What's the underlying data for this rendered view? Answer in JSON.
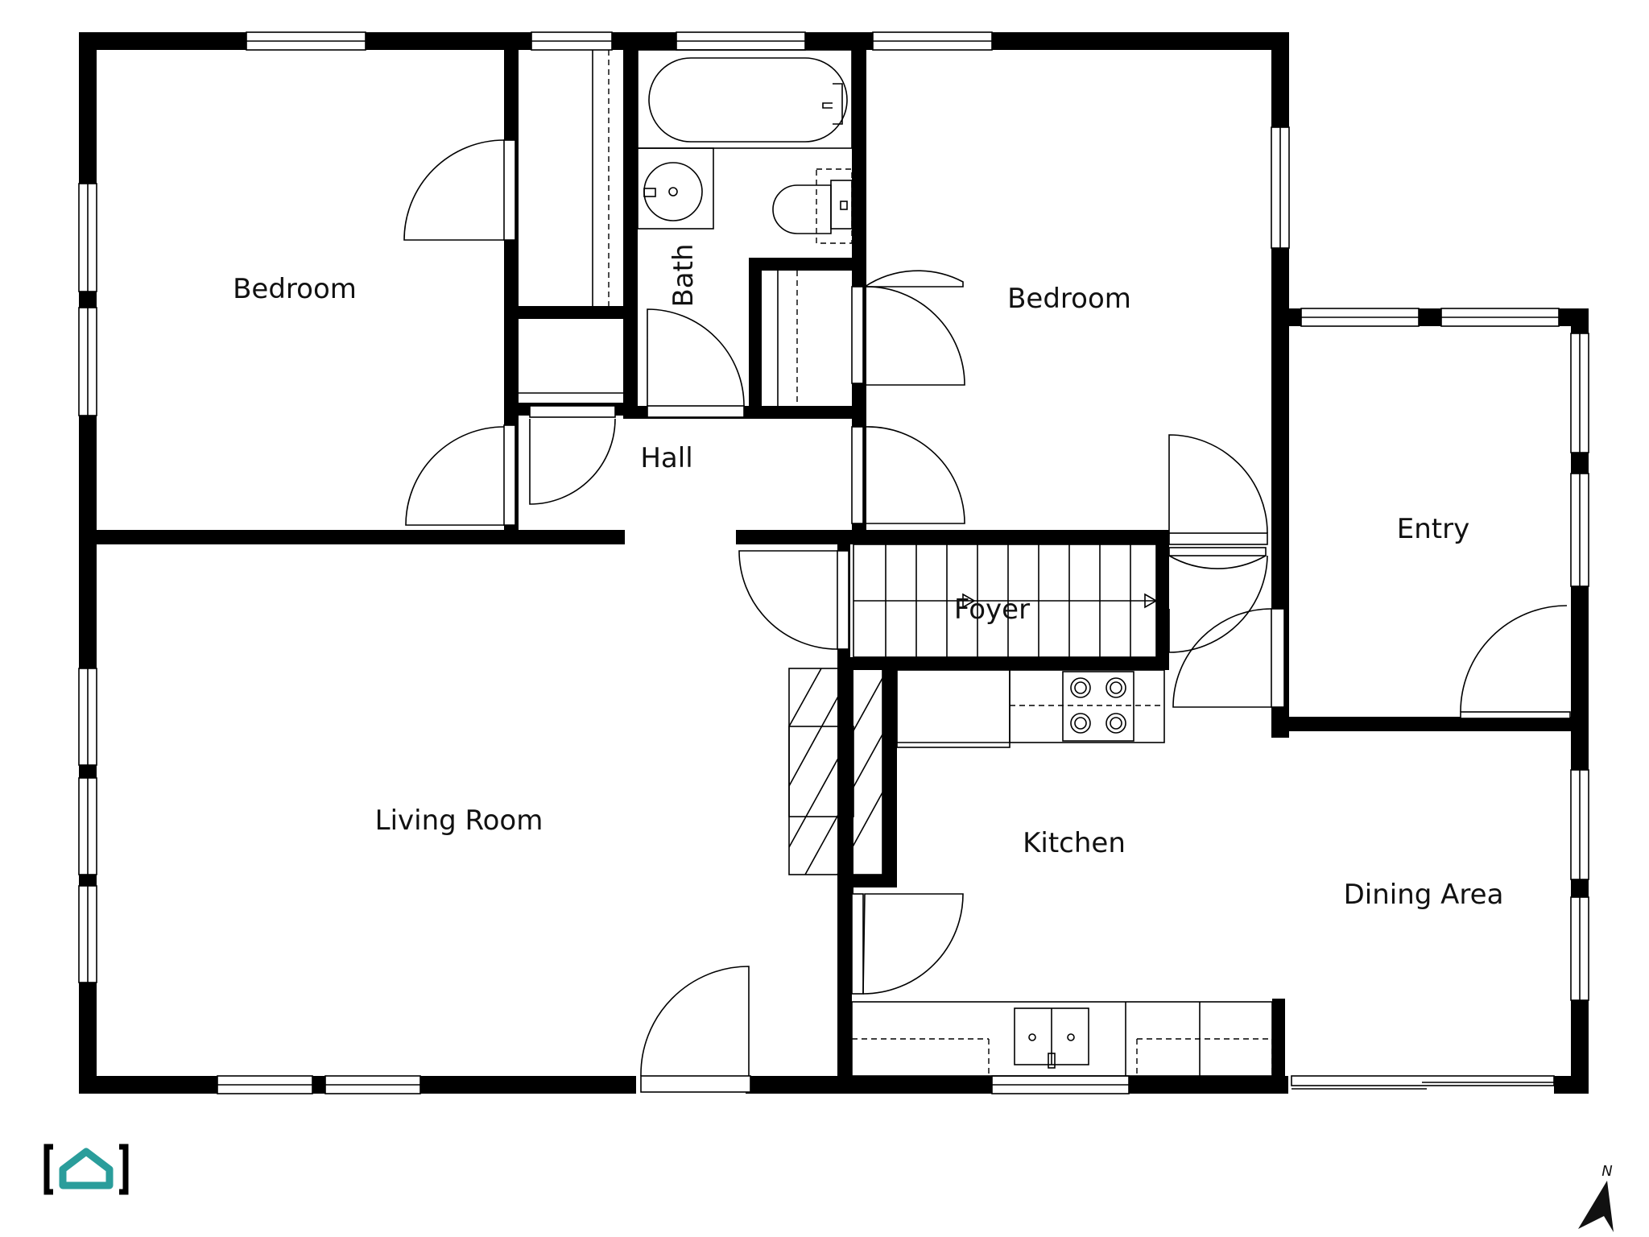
{
  "rooms": {
    "bedroom_west": "Bedroom",
    "bedroom_east": "Bedroom",
    "bath": "Bath",
    "hall": "Hall",
    "living_room": "Living Room",
    "foyer": "Foyer",
    "entry": "Entry",
    "kitchen": "Kitchen",
    "dining_area": "Dining Area"
  },
  "compass": {
    "label": "N"
  },
  "colors": {
    "wall": "#000000",
    "logo": "#2a9d9b",
    "background": "#ffffff"
  },
  "icons": {
    "logo": "house-bracket-logo-icon",
    "compass": "north-arrow-icon"
  }
}
